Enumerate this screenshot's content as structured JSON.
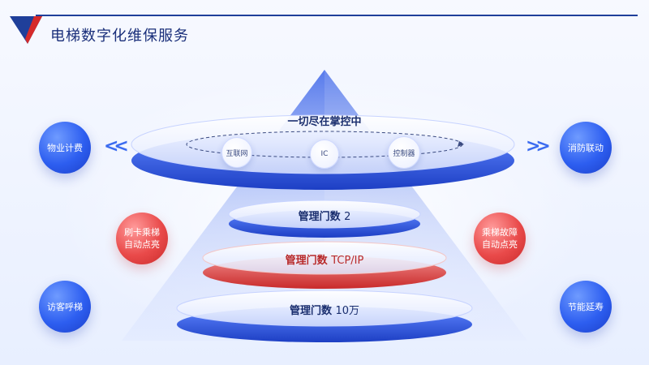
{
  "header": {
    "title": "电梯数字化维保服务"
  },
  "top_disc": {
    "title": "一切尽在掌控中",
    "nodes": [
      "互联网",
      "IC",
      "控制器"
    ]
  },
  "discs": [
    {
      "label": "管理门数",
      "value": "2"
    },
    {
      "label": "管理门数",
      "value": "TCP/IP"
    },
    {
      "label": "管理门数",
      "value": "10万"
    }
  ],
  "left_bubbles": [
    {
      "text": "物业计费"
    },
    {
      "text": "刷卡乘梯\n自动点亮"
    },
    {
      "text": "访客呼梯"
    }
  ],
  "right_bubbles": [
    {
      "text": "消防联动"
    },
    {
      "text": "乘梯故障\n自动点亮"
    },
    {
      "text": "节能延寿"
    }
  ],
  "colors": {
    "accent_blue": "#2d5ef0",
    "accent_red": "#e94a4a",
    "title_navy": "#1a2f7a"
  },
  "icons": {
    "left_arrows": "double-chevron-left-icon",
    "right_arrows": "double-chevron-right-icon"
  }
}
